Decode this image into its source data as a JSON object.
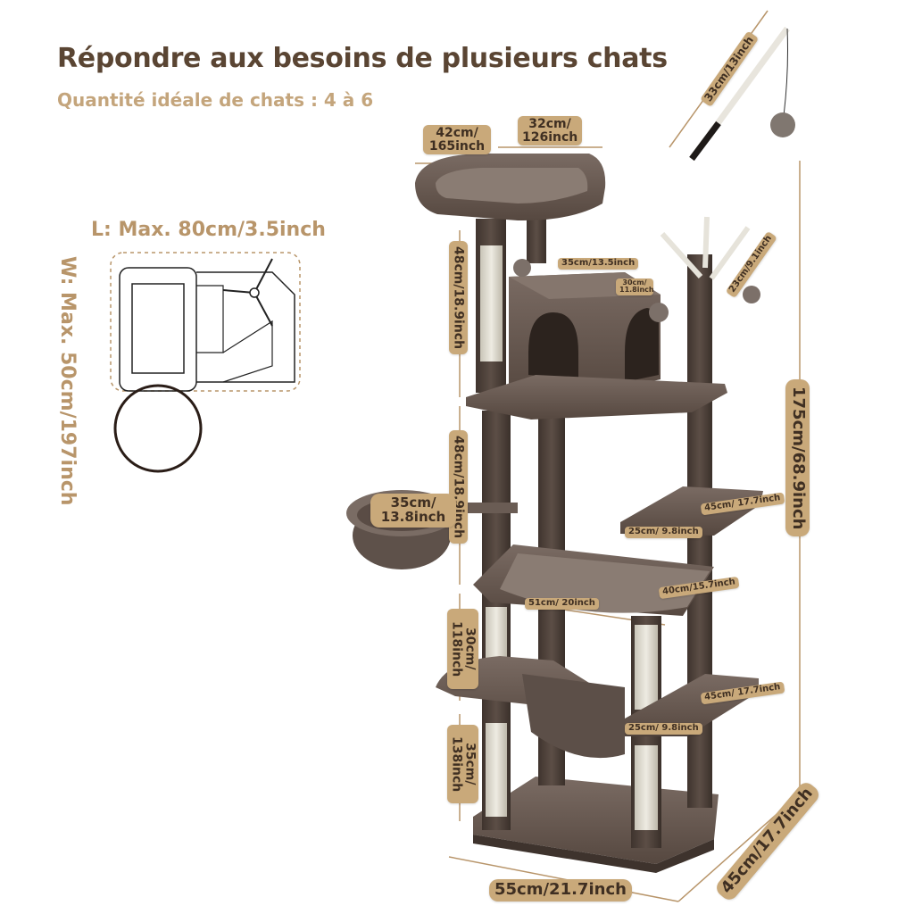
{
  "header": {
    "title": "Répondre aux besoins de plusieurs chats",
    "subtitle": "Quantité idéale de chats : 4 à 6"
  },
  "footprint": {
    "length_label": "L: Max. 80cm/3.5inch",
    "width_label": "W: Max. 50cm/197inch"
  },
  "dimensions": {
    "total_height": "175cm/68.9inch",
    "base_width": "55cm/21.7inch",
    "base_depth": "45cm/17.7inch",
    "bed_width": "42cm/ 165inch",
    "bed_depth": "32cm/ 126inch",
    "wand": "33cm/13inch",
    "post_top": "48cm/18.9inch",
    "post_mid": "48cm/18.9inch",
    "post_low": "30cm/ 118inch",
    "post_base": "35cm/ 138inch",
    "basket": "35cm/ 13.8inch",
    "condo_width": "35cm/13.5inch",
    "condo_depth": "30cm/ 11.8inch",
    "perch_post": "23cm/9.1inch",
    "platform_upper_w": "25cm/ 9.8inch",
    "platform_upper_d": "45cm/ 17.7inch",
    "hammock_w": "51cm/ 20inch",
    "hammock_d": "40cm/15.7inch",
    "platform_low_w": "25cm/ 9.8inch",
    "platform_low_d": "45cm/ 17.7inch"
  },
  "colors": {
    "accent": "#c9a97a",
    "text": "#5a4533",
    "plush": "#6b5c54",
    "sisal": "#dcd8cc"
  }
}
